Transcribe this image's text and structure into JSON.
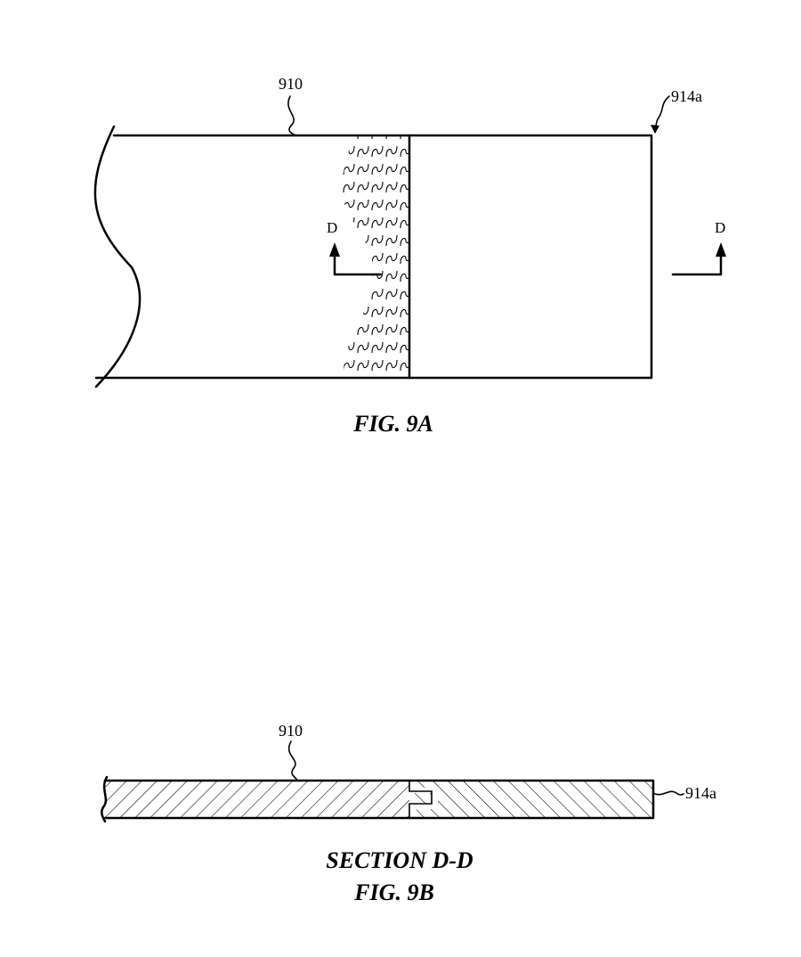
{
  "fig_9a": {
    "part_label": "910",
    "edge_label": "914a",
    "section_marker_left": "D",
    "section_marker_right": "D",
    "caption": "FIG. 9A"
  },
  "fig_9b": {
    "part_label": "910",
    "edge_label": "914a",
    "section_title": "SECTION D-D",
    "caption": "FIG. 9B"
  }
}
